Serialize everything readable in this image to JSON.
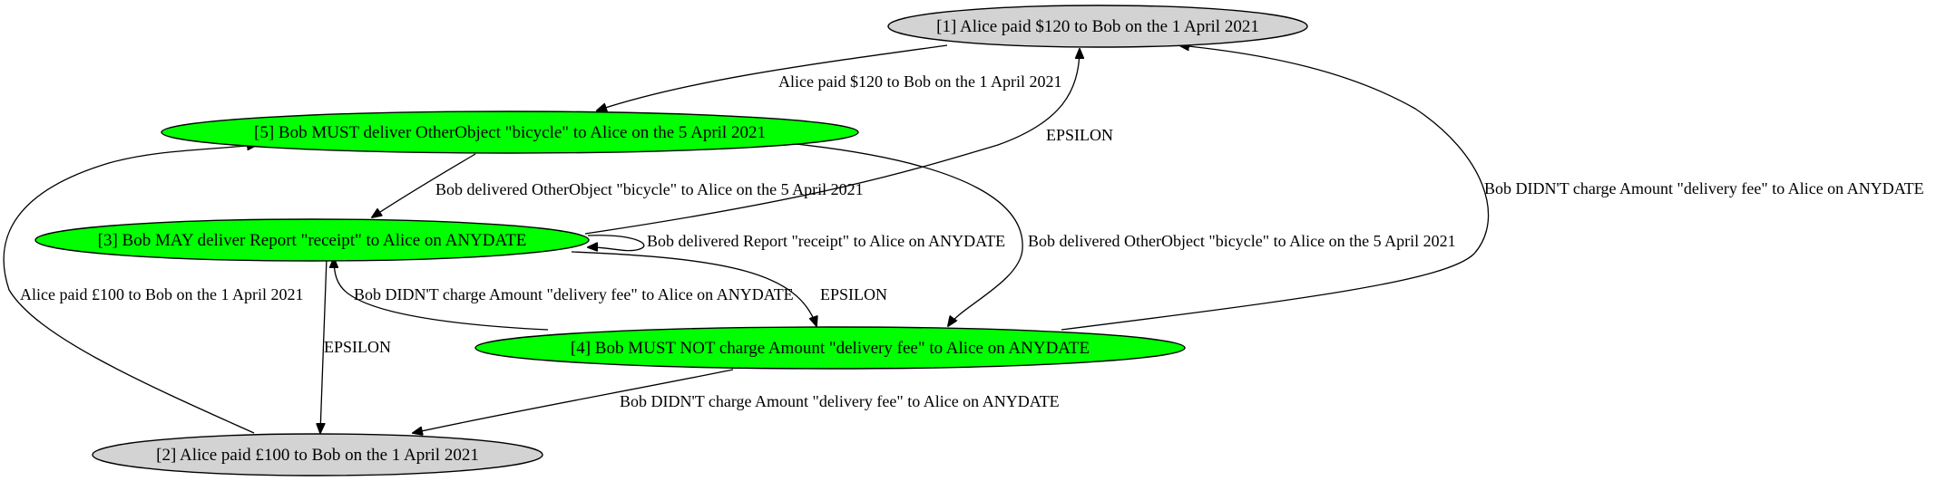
{
  "diagram": {
    "nodes": [
      {
        "id": "n1",
        "label": "[1] Alice paid $120 to Bob on the 1 April 2021",
        "fill": "#d3d3d3"
      },
      {
        "id": "n2",
        "label": "[2] Alice paid £100 to Bob on the 1 April 2021",
        "fill": "#d3d3d3"
      },
      {
        "id": "n3",
        "label": "[3] Bob MAY deliver Report \"receipt\" to Alice on ANYDATE",
        "fill": "#00ff00"
      },
      {
        "id": "n4",
        "label": "[4] Bob MUST NOT charge Amount \"delivery fee\" to Alice on ANYDATE",
        "fill": "#00ff00"
      },
      {
        "id": "n5",
        "label": "[5] Bob MUST deliver OtherObject \"bicycle\" to Alice on the 5 April 2021",
        "fill": "#00ff00"
      }
    ],
    "edges": [
      {
        "id": "e1_5",
        "from": "n1",
        "to": "n5",
        "label": "Alice paid $120 to Bob on the 1 April 2021"
      },
      {
        "id": "e3_1",
        "from": "n3",
        "to": "n1",
        "label": "EPSILON"
      },
      {
        "id": "e5_3",
        "from": "n5",
        "to": "n3",
        "label": "Bob delivered OtherObject \"bicycle\" to Alice on the 5 April 2021"
      },
      {
        "id": "e3_3",
        "from": "n3",
        "to": "n3",
        "label": "Bob delivered Report \"receipt\" to Alice on ANYDATE"
      },
      {
        "id": "e5_4",
        "from": "n5",
        "to": "n4",
        "label": "Bob delivered OtherObject \"bicycle\" to Alice on the 5 April 2021"
      },
      {
        "id": "e4_1",
        "from": "n4",
        "to": "n1",
        "label": "Bob DIDN'T charge Amount \"delivery fee\" to Alice on ANYDATE"
      },
      {
        "id": "e2_5",
        "from": "n2",
        "to": "n5",
        "label": "Alice paid £100 to Bob on the 1 April 2021"
      },
      {
        "id": "e4_3",
        "from": "n4",
        "to": "n3",
        "label": "Bob DIDN'T charge Amount \"delivery fee\" to Alice on ANYDATE"
      },
      {
        "id": "e3_4",
        "from": "n3",
        "to": "n4",
        "label": "EPSILON"
      },
      {
        "id": "e3_2",
        "from": "n3",
        "to": "n2",
        "label": "EPSILON"
      },
      {
        "id": "e4_2",
        "from": "n4",
        "to": "n2",
        "label": "Bob DIDN'T charge Amount \"delivery fee\" to Alice on ANYDATE"
      }
    ]
  }
}
